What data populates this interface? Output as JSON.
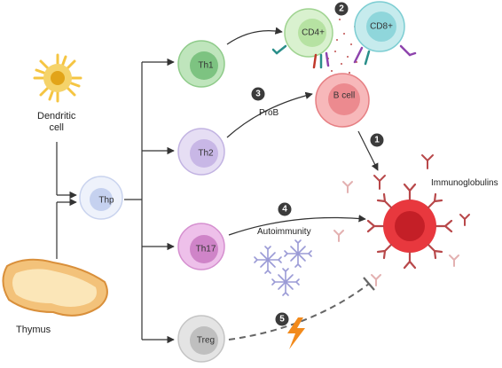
{
  "labels": {
    "dendritic": "Dendritic\ncell",
    "thymus": "Thymus",
    "thp": "Thp",
    "th1": "Th1",
    "th2": "Th2",
    "th17": "Th17",
    "treg": "Treg",
    "cd4": "CD4+",
    "cd8": "CD8+",
    "bcell": "B cell",
    "prob": "ProB",
    "autoimmunity": "Autoimmunity",
    "immunoglobulins": "Immunoglobulins"
  },
  "steps": [
    "1",
    "2",
    "3",
    "4",
    "5"
  ],
  "colors": {
    "dendritic": "#f5c542",
    "thp": "#dfe6f7",
    "th1": "#a9dba6",
    "th2": "#d9cdee",
    "th17": "#e0a4dc",
    "treg": "#d6d6d6",
    "cd4": "#c8ecb8",
    "cd8": "#a6dde0",
    "bcell": "#f4a2a4",
    "plasma": "#e23a3f",
    "antibody": "#b8484a",
    "lightning": "#f28a1c"
  }
}
